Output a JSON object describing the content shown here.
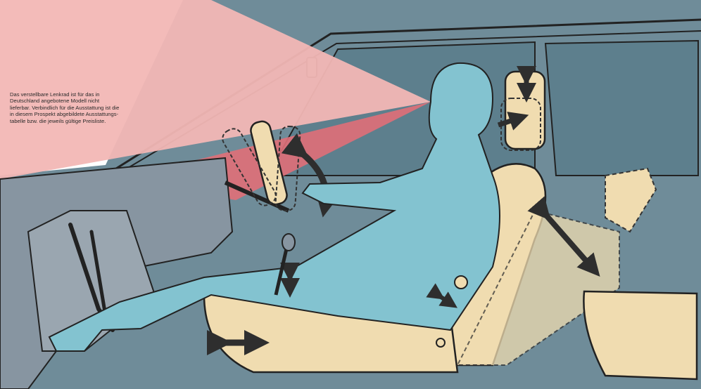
{
  "caption": {
    "lines": [
      "Das verstellbare Lenkrad ist für das in",
      "Deutschland angebotene Modell nicht",
      "lieferbar. Verbindlich für die Ausstattung ist die",
      "in diesem Prospekt abgebildete Ausstattungs-",
      "tabelle bzw. die jeweils gültige Preisliste."
    ]
  },
  "colors": {
    "background": "#ffffff",
    "car_body": "#6f8c99",
    "window": "#5d7f8d",
    "dashboard": "#8795a1",
    "sight_cone": "#f2b7b5",
    "sight_cone_dark": "#e06f78",
    "driver": "#83c3d0",
    "seat": "#f0dcb0",
    "arrow": "#2e2e2e",
    "outline": "#222222"
  }
}
